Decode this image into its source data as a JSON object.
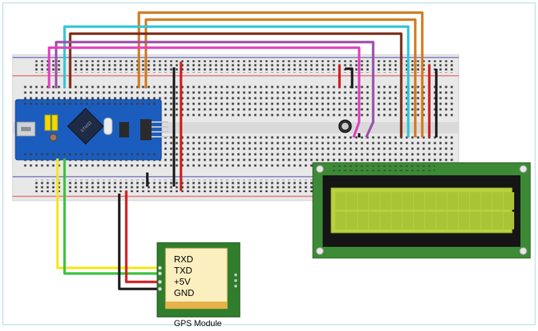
{
  "gps_module": {
    "caption": "GPS Module",
    "pins": [
      "RXD",
      "TXD",
      "+5V",
      "GND"
    ]
  },
  "blue_pill": {
    "chip_text": "STM32"
  },
  "colors": {
    "board_blue": "#1b5dbf",
    "lcd_pcb": "#3c8a35",
    "lcd_screen": "#b7d23f",
    "gps_pcb": "#2f7d2d",
    "wire_orange": "#d07a1e",
    "wire_cyan": "#2ec7d3",
    "wire_brown": "#7a2b16",
    "wire_magenta": "#e040c0",
    "wire_purple": "#9b4fa8",
    "wire_red": "#cc1e1e",
    "wire_black": "#1a1a1a",
    "wire_yellow": "#f3e81a",
    "wire_green": "#39c23a"
  }
}
